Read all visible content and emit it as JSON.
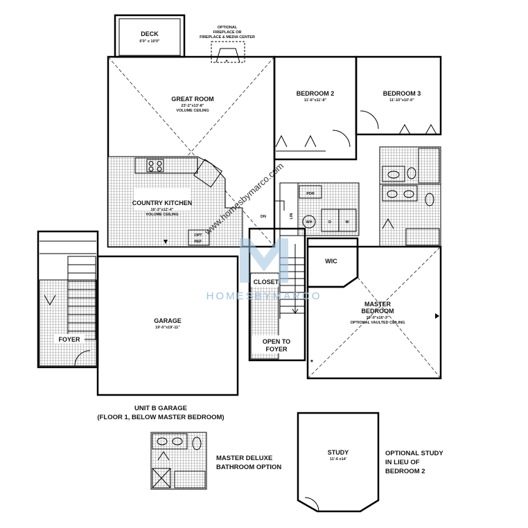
{
  "rooms": {
    "deck": {
      "name": "DECK",
      "dim": "6'0\" x 10'0\""
    },
    "fireplace": {
      "line1": "OPTIONAL",
      "line2": "FIREPLACE OR",
      "line3": "FIREPLACE & MEDIA CENTER"
    },
    "great_room": {
      "name": "GREAT ROOM",
      "dim": "23'-2\"x13'-8\"",
      "note": "VOLUME CEILING"
    },
    "bedroom2": {
      "name": "BEDROOM 2",
      "dim": "11'-6\"x11'-8\""
    },
    "bedroom3": {
      "name": "BEDROOM 3",
      "dim": "11'-10\"x10'-0\""
    },
    "kitchen": {
      "name": "COUNTRY KITCHEN",
      "dim": "16'-3\"x12'-4\"",
      "note": "VOLUME CEILING"
    },
    "opt_ref": {
      "line1": "OPT",
      "line2": "REF"
    },
    "garage": {
      "name": "GARAGE",
      "dim": "19'-0\"x19'-11\""
    },
    "foyer": {
      "name": "FOYER"
    },
    "closet": {
      "name": "CLOSET"
    },
    "open_to_foyer": {
      "line1": "OPEN TO",
      "line2": "FOYER"
    },
    "wic": {
      "name": "WIC"
    },
    "master": {
      "line1": "MASTER",
      "line2": "BEDROOM",
      "dim": "19'-0\"x16'-3\"",
      "note": "OPTIONAL VAULTED CEILING"
    },
    "study": {
      "name": "STUDY",
      "dim": "11'-6 x14'"
    }
  },
  "fixtures": {
    "pdr": "PDR",
    "wh": "WH",
    "dryer": "D",
    "washer": "W",
    "lin": "LIN",
    "dn": "DN"
  },
  "captions": {
    "unit_b_line1": "UNIT B GARAGE",
    "unit_b_line2": "(FLOOR 1, BELOW MASTER BEDROOM)",
    "deluxe_line1": "MASTER DELUXE",
    "deluxe_line2": "BATHROOM OPTION",
    "study_opt_line1": "OPTIONAL STUDY",
    "study_opt_line2": "IN LIEU OF",
    "study_opt_line3": "BEDROOM 2"
  },
  "watermark": {
    "brand": "HOMESBYMARCO",
    "url": "www.homesbymarco.com",
    "color": "#9fc3e0"
  }
}
